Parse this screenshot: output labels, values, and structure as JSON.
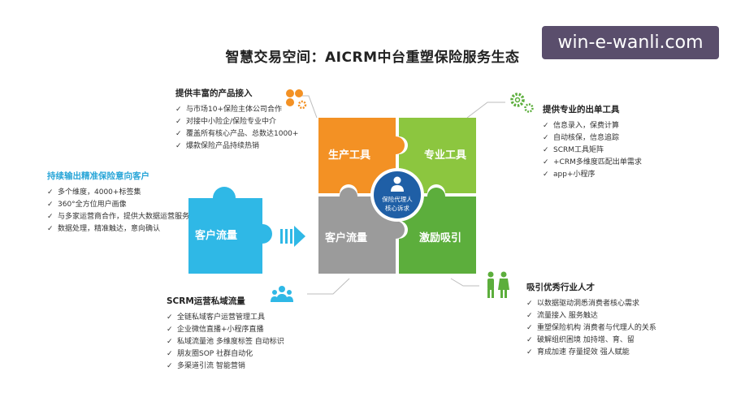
{
  "title": "智慧交易空间：AICRM中台重塑保险服务生态",
  "watermark": "win-e-wanli.com",
  "puzzle": {
    "top_left": "生产工具",
    "top_right": "专业工具",
    "bottom_left": "客户流量",
    "bottom_right": "激励吸引",
    "center_line1": "保险代理人",
    "center_line2": "核心诉求",
    "left_piece": "客户流量"
  },
  "blocks": {
    "products": {
      "title": "提供丰富的产品接入",
      "items": [
        "与市场10+保险主体公司合作",
        "对接中小险企/保险专业中介",
        "覆盖所有核心产品、总数达1000+",
        "爆款保险产品持续热销"
      ]
    },
    "tools": {
      "title": "提供专业的出单工具",
      "items": [
        "信息录入，保费计算",
        "自动核保，信息追踪",
        "SCRM工具矩阵",
        "+CRM多维度匹配出单需求",
        "app+小程序"
      ]
    },
    "customers": {
      "title": "持续输出精准保险意向客户",
      "items": [
        "多个维度，4000+标签集",
        "360°全方位用户画像",
        "与多家运营商合作，提供大数据运营服务",
        "数据处理，精准触达，意向确认"
      ]
    },
    "scrm": {
      "title": "SCRM运营私域流量",
      "items": [
        "全链私域客户运营管理工具",
        "企业微信直播+小程序直播",
        "私域流量池  多维度标签 自动标识",
        "朋友圈SOP  社群自动化",
        "多渠道引流   智能营销"
      ]
    },
    "talent": {
      "title": "吸引优秀行业人才",
      "items": [
        "以数据驱动洞悉消费者核心需求",
        "流量接入 服务触达",
        "重塑保险机构 消费者与代理人的关系",
        "破解组织困境 加持增、育、留",
        "育成加速 存量提效 强人赋能"
      ]
    }
  },
  "icons": {
    "products": "flower-gear-icon",
    "tools": "gears-icon",
    "scrm": "group-icon",
    "talent": "people-icon",
    "center": "user-badge-icon",
    "arrow": "striped-arrow-icon"
  },
  "colors": {
    "orange": "#f39124",
    "green": "#8cc63f",
    "gray": "#9b9b9b",
    "darkgreen": "#5cae3c",
    "cyan": "#2fb8e6",
    "center": "#1f5fa6",
    "blue_title": "#2aa6d8"
  }
}
